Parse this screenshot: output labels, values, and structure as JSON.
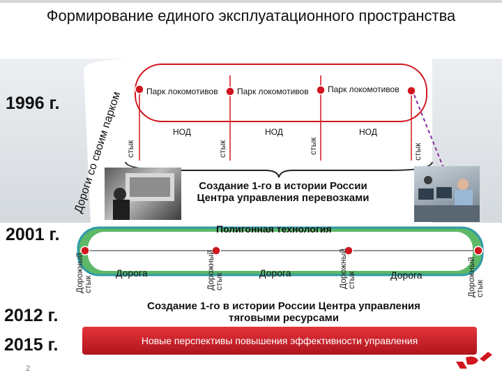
{
  "title": "Формирование единого эксплуатационного пространства",
  "years": {
    "y1996": "1996 г.",
    "y2001": "2001 г.",
    "y2012": "2012 г.",
    "y2015": "2015 г."
  },
  "arc_text": "Дороги со своим парком",
  "parks": [
    "Парк локомотивов",
    "Парк локомотивов",
    "Парк локомотивов"
  ],
  "styk": [
    "стык",
    "стык",
    "стык",
    "стык"
  ],
  "nod": [
    "НОД",
    "НОД",
    "НОД"
  ],
  "center_1996": {
    "line1": "Создание 1-го в истории России",
    "line2": "Центра управления перевозками"
  },
  "polygon_title": "Полигонная технология",
  "road_labels": [
    "Дорога",
    "Дорога",
    "Дорога"
  ],
  "road_styk": {
    "line1": "Дорожный",
    "line2": "стык"
  },
  "center_2012": {
    "line1": "Создание 1-го в истории России Центра управления",
    "line2": "тяговыми ресурсами"
  },
  "banner_2015": "Новые перспективы повышения эффективности управления",
  "page_number": "2",
  "colors": {
    "accent_red": "#d0151e",
    "green": "#4faa5c",
    "teal_frame": "#2f9aa8",
    "purple_dash": "#8a2ba0"
  }
}
